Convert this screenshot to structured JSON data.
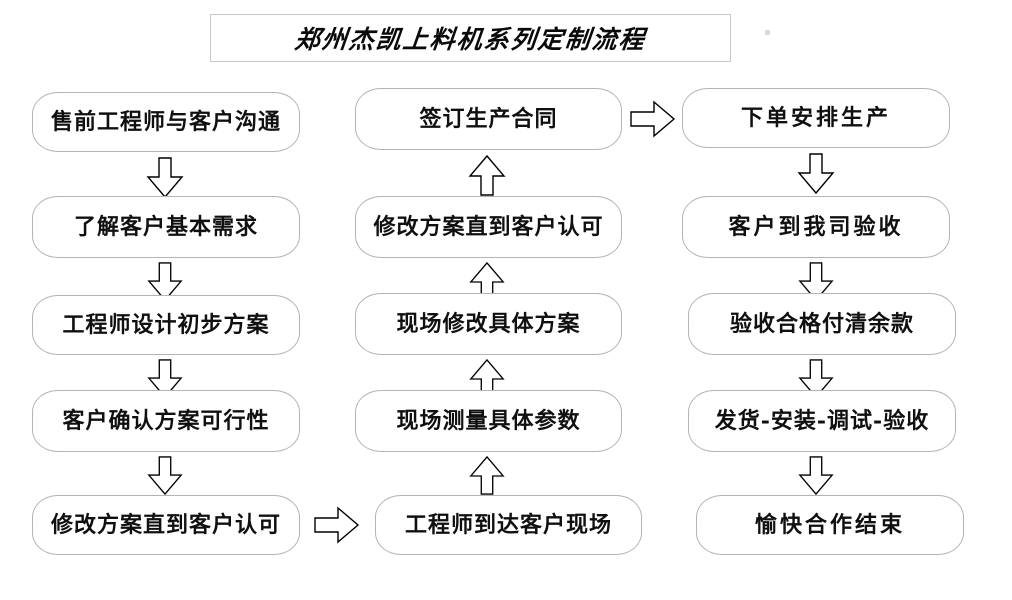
{
  "title": {
    "text": "郑州杰凯上料机系列定制流程"
  },
  "columns": [
    {
      "id": "column-1-presales",
      "direction": "down",
      "nodes": [
        {
          "label": "售前工程师与客户沟通"
        },
        {
          "label": "了解客户基本需求"
        },
        {
          "label": "工程师设计初步方案"
        },
        {
          "label": "客户确认方案可行性"
        },
        {
          "label": "修改方案直到客户认可"
        }
      ]
    },
    {
      "id": "column-2-onsite",
      "direction": "up",
      "nodes": [
        {
          "label": "签订生产合同"
        },
        {
          "label": "修改方案直到客户认可"
        },
        {
          "label": "现场修改具体方案"
        },
        {
          "label": "现场测量具体参数"
        },
        {
          "label": "工程师到达客户现场"
        }
      ]
    },
    {
      "id": "column-3-production",
      "direction": "down",
      "nodes": [
        {
          "label": "下单安排生产"
        },
        {
          "label": "客户到我司验收"
        },
        {
          "label": "验收合格付清余款"
        },
        {
          "label": "发货-安装-调试-验收"
        },
        {
          "label": "愉快合作结束"
        }
      ]
    }
  ],
  "connectors": {
    "col1_to_col2": "arrow-right",
    "col2_to_col3": "arrow-right",
    "within_col1": "arrow-down",
    "within_col2": "arrow-up",
    "within_col3": "arrow-down"
  },
  "colors": {
    "node_border": "#b4b4b4",
    "title_border": "#c8c8c8",
    "text": "#101010",
    "arrow_stroke": "#000000",
    "background": "#ffffff"
  }
}
